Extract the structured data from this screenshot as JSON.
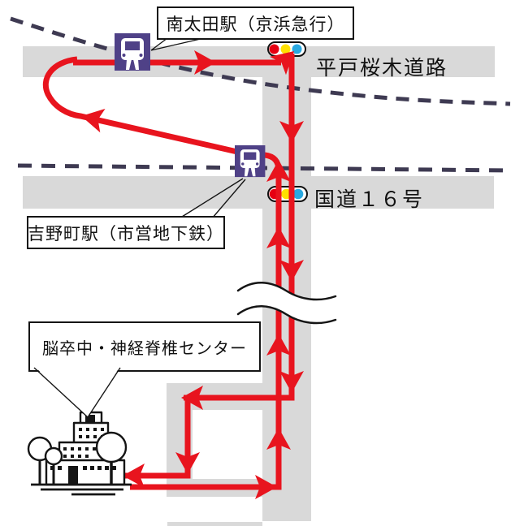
{
  "map": {
    "labels": {
      "minamiota_station": "南太田駅（京浜急行）",
      "hirado_sakuragi_road": "平戸桜木道路",
      "yoshinocho_station": "吉野町駅（市営地下鉄）",
      "route16": "国道１６号",
      "center_name": "脳卒中・神経脊椎センター"
    },
    "icons": {
      "train_station": "train-station-icon",
      "traffic_light": "traffic-light-icon",
      "hospital_building": "hospital-building-icon",
      "railway_line": "railway-dashed-line",
      "route": "red-route-with-arrows",
      "distance_break": "wavy-break-mark"
    },
    "colors": {
      "route_red": "#E8141E",
      "road_gray": "#D9D9D9",
      "railway_dark": "#3E3A52",
      "station_purple": "#4F4187",
      "signal_red": "#E60012",
      "signal_yellow": "#FFE100",
      "signal_blue": "#29A8E0",
      "outline_black": "#151515"
    }
  }
}
